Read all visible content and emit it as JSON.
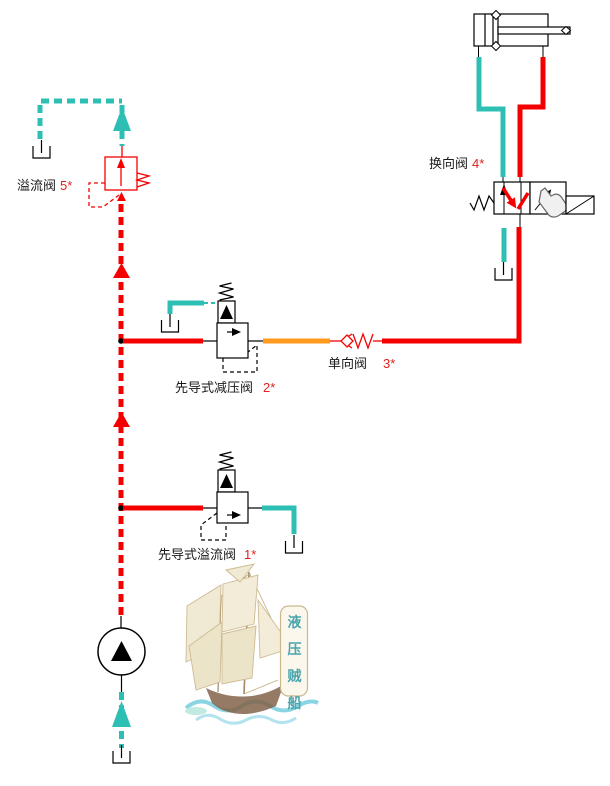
{
  "colors": {
    "red": "#F50000",
    "teal": "#2EBFB4",
    "orange": "#FF9A1E",
    "black": "#000000",
    "label_text": "#1A1A1A",
    "tag_red": "#E02020",
    "banner_text": "#4AA5AD"
  },
  "labels": {
    "relief5": {
      "text": "溢流阀",
      "num": "5*"
    },
    "reducing2": {
      "text": "先导式减压阀",
      "num": "2*"
    },
    "check3": {
      "text": "单向阀",
      "num": "3*"
    },
    "directional4": {
      "text": "换向阀",
      "num": "4*"
    },
    "relief1": {
      "text": "先导式溢流阀",
      "num": "1*"
    }
  },
  "watermark": {
    "text": "液压贼船",
    "chars": [
      "液",
      "压",
      "贼",
      "船"
    ]
  },
  "icons": {
    "pump": "pump-icon",
    "cylinder": "cylinder-icon",
    "tank": "tank-icon",
    "hand": "hand-actuator-icon",
    "spring": "spring-icon",
    "check_valve": "check-valve-icon",
    "flow_arrow": "flow-arrow-icon"
  }
}
